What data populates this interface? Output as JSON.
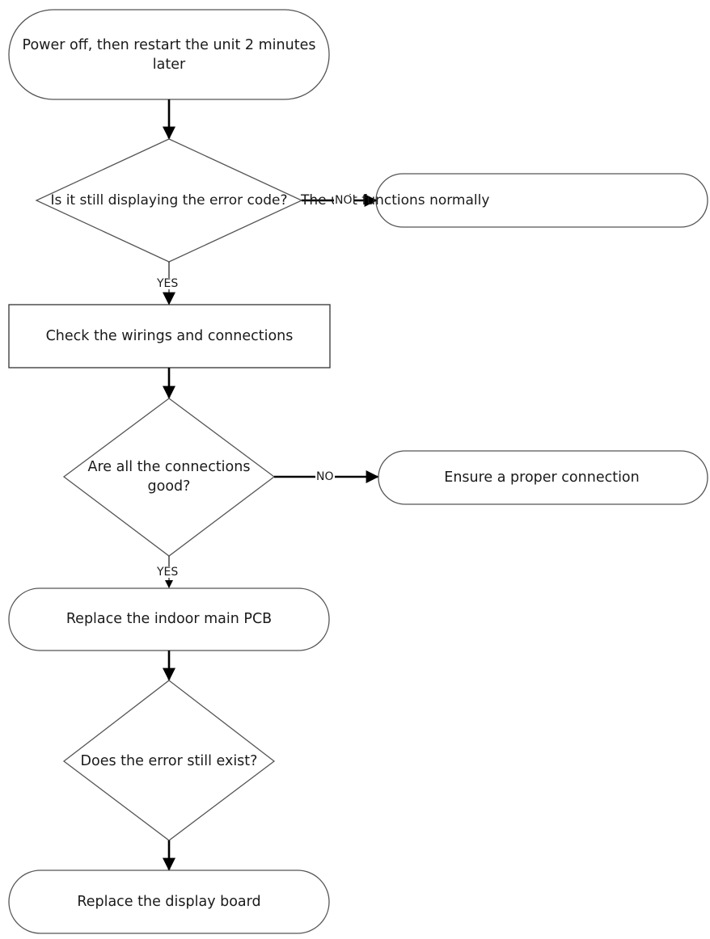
{
  "nodes": {
    "power_off": "Power off, then restart the unit 2 minutes later",
    "q_error_code": "Is it still displaying the error code?",
    "normal": "The unit functions normally",
    "check_wiring": "Check the wirings and connections",
    "q_connections": "Are all the connections good?",
    "ensure": "Ensure a proper connection",
    "replace_pcb": "Replace the indoor main PCB",
    "q_error_exist": "Does the error still exist?",
    "replace_display": "Replace the display board"
  },
  "edges": {
    "no_1": "NO",
    "yes_1": "YES",
    "no_2": "NO",
    "yes_2": "YES"
  },
  "colors": {
    "stroke": "#555555",
    "arrow": "#000000"
  }
}
